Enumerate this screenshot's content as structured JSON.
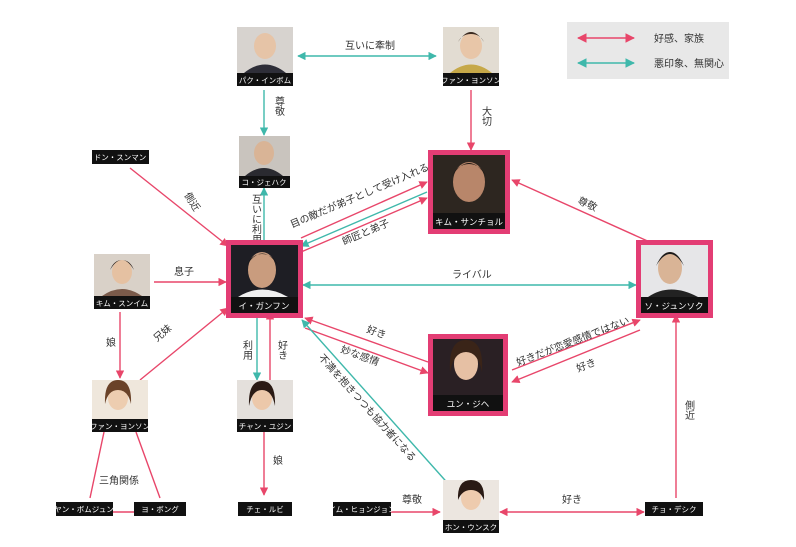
{
  "legend": {
    "items": [
      {
        "label": "好感、家族",
        "color": "#e8466a"
      },
      {
        "label": "悪印象、無関心",
        "color": "#3fb8ab"
      }
    ]
  },
  "colors": {
    "positive": "#e8466a",
    "negative": "#3fb8ab",
    "highlight": "#e33d74",
    "label": "#111111"
  },
  "nodes": {
    "park": "パク・インボム",
    "fan_yangson_top": "ファン・ヨンソン",
    "ko": "コ・ジェハク",
    "don": "ドン・スンマン",
    "kim_suntyol": "キム・サンチョル",
    "lee": "イ・ガンフン",
    "kim_sunim": "キム・スンイム",
    "so": "ソ・ジュンソク",
    "yun": "ユン・ジヘ",
    "fan_yangson_left": "ファン・ヨンソン",
    "chan": "チャン・ユジン",
    "yan": "ヤン・ボムジュン",
    "yo": "ヨ・ボング",
    "chei": "チェ・ルビ",
    "im": "イム・ヒョンジョン",
    "hon": "ホン・ウンスク",
    "cho": "チョ・デシク"
  },
  "edges": {
    "mutual_restraint": "互いに牽制",
    "respect_park_ko": "尊敬",
    "important": "大切",
    "mutual_use": "互いに利用",
    "close_aide_don": "側近",
    "accept_disciple": "目の敵だが弟子として受け入れる",
    "master_disciple": "師匠と弟子",
    "respect_so_kim": "尊敬",
    "son": "息子",
    "rival": "ライバル",
    "mother": "娘",
    "siblings": "兄妹",
    "like_yun": "好き",
    "strange_feelings": "妙な感情",
    "like_not_love": "好きだが恋愛感情ではない",
    "like_so": "好き",
    "use": "利用",
    "like_chan": "好き",
    "daughter": "娘",
    "dissatisfied_cooperate": "不満を抱きつつも協力者になる",
    "love_triangle": "三角関係",
    "respect_im_hon": "尊敬",
    "like_hon_cho": "好き",
    "close_aide_cho": "側近"
  }
}
